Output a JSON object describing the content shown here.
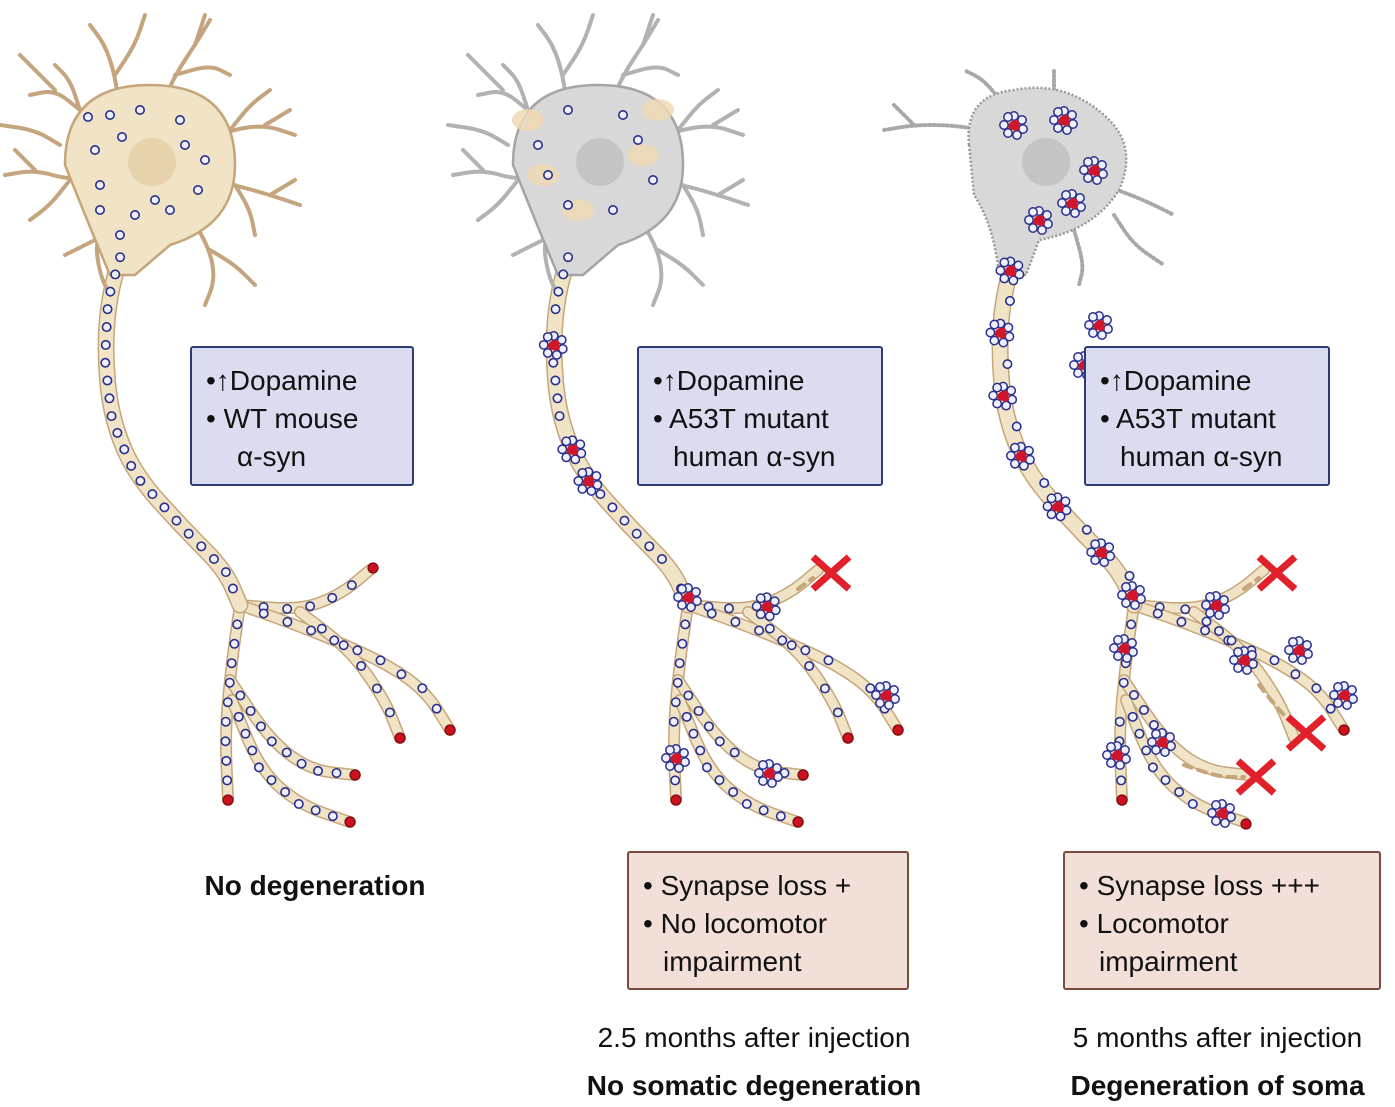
{
  "panels": [
    {
      "info": [
        "•↑Dopamine",
        "• WT mouse",
        "α-syn"
      ],
      "outcome": [],
      "time": "",
      "caption": "No degeneration"
    },
    {
      "info": [
        "•↑Dopamine",
        "• A53T mutant",
        "human α-syn"
      ],
      "outcome": [
        "• Synapse loss +",
        "• No locomotor",
        "impairment"
      ],
      "time": "2.5 months after injection",
      "caption": "No somatic degeneration"
    },
    {
      "info": [
        "•↑Dopamine",
        "• A53T mutant",
        "human α-syn"
      ],
      "outcome": [
        "• Synapse loss +++",
        "• Locomotor",
        "impairment"
      ],
      "time": "5 months after injection",
      "caption": "Degeneration of soma"
    }
  ],
  "colors": {
    "neuron_fill": "#f1e3c6",
    "neuron_stroke": "#c4a67a",
    "healthy_dendrite": "#c4a57e",
    "grey_dendrite": "#b2b2b2",
    "grey_soma": "#d8d8d8",
    "vesicle_fill": "#eef0ff",
    "vesicle_stroke": "#2a2f8a",
    "aggregate_red": "#d0162a",
    "terminal_red": "#cc1020",
    "x_mark": "#e0202a",
    "info_box_fill": "#dcdcf0",
    "outcome_box_fill": "#f2e0d8"
  },
  "icons": [
    "neuron-wildtype-icon",
    "neuron-grey-soma-icon",
    "neuron-degenerated-soma-icon",
    "synapse-loss-x-icon",
    "alpha-syn-aggregate-icon",
    "vesicle-icon"
  ]
}
